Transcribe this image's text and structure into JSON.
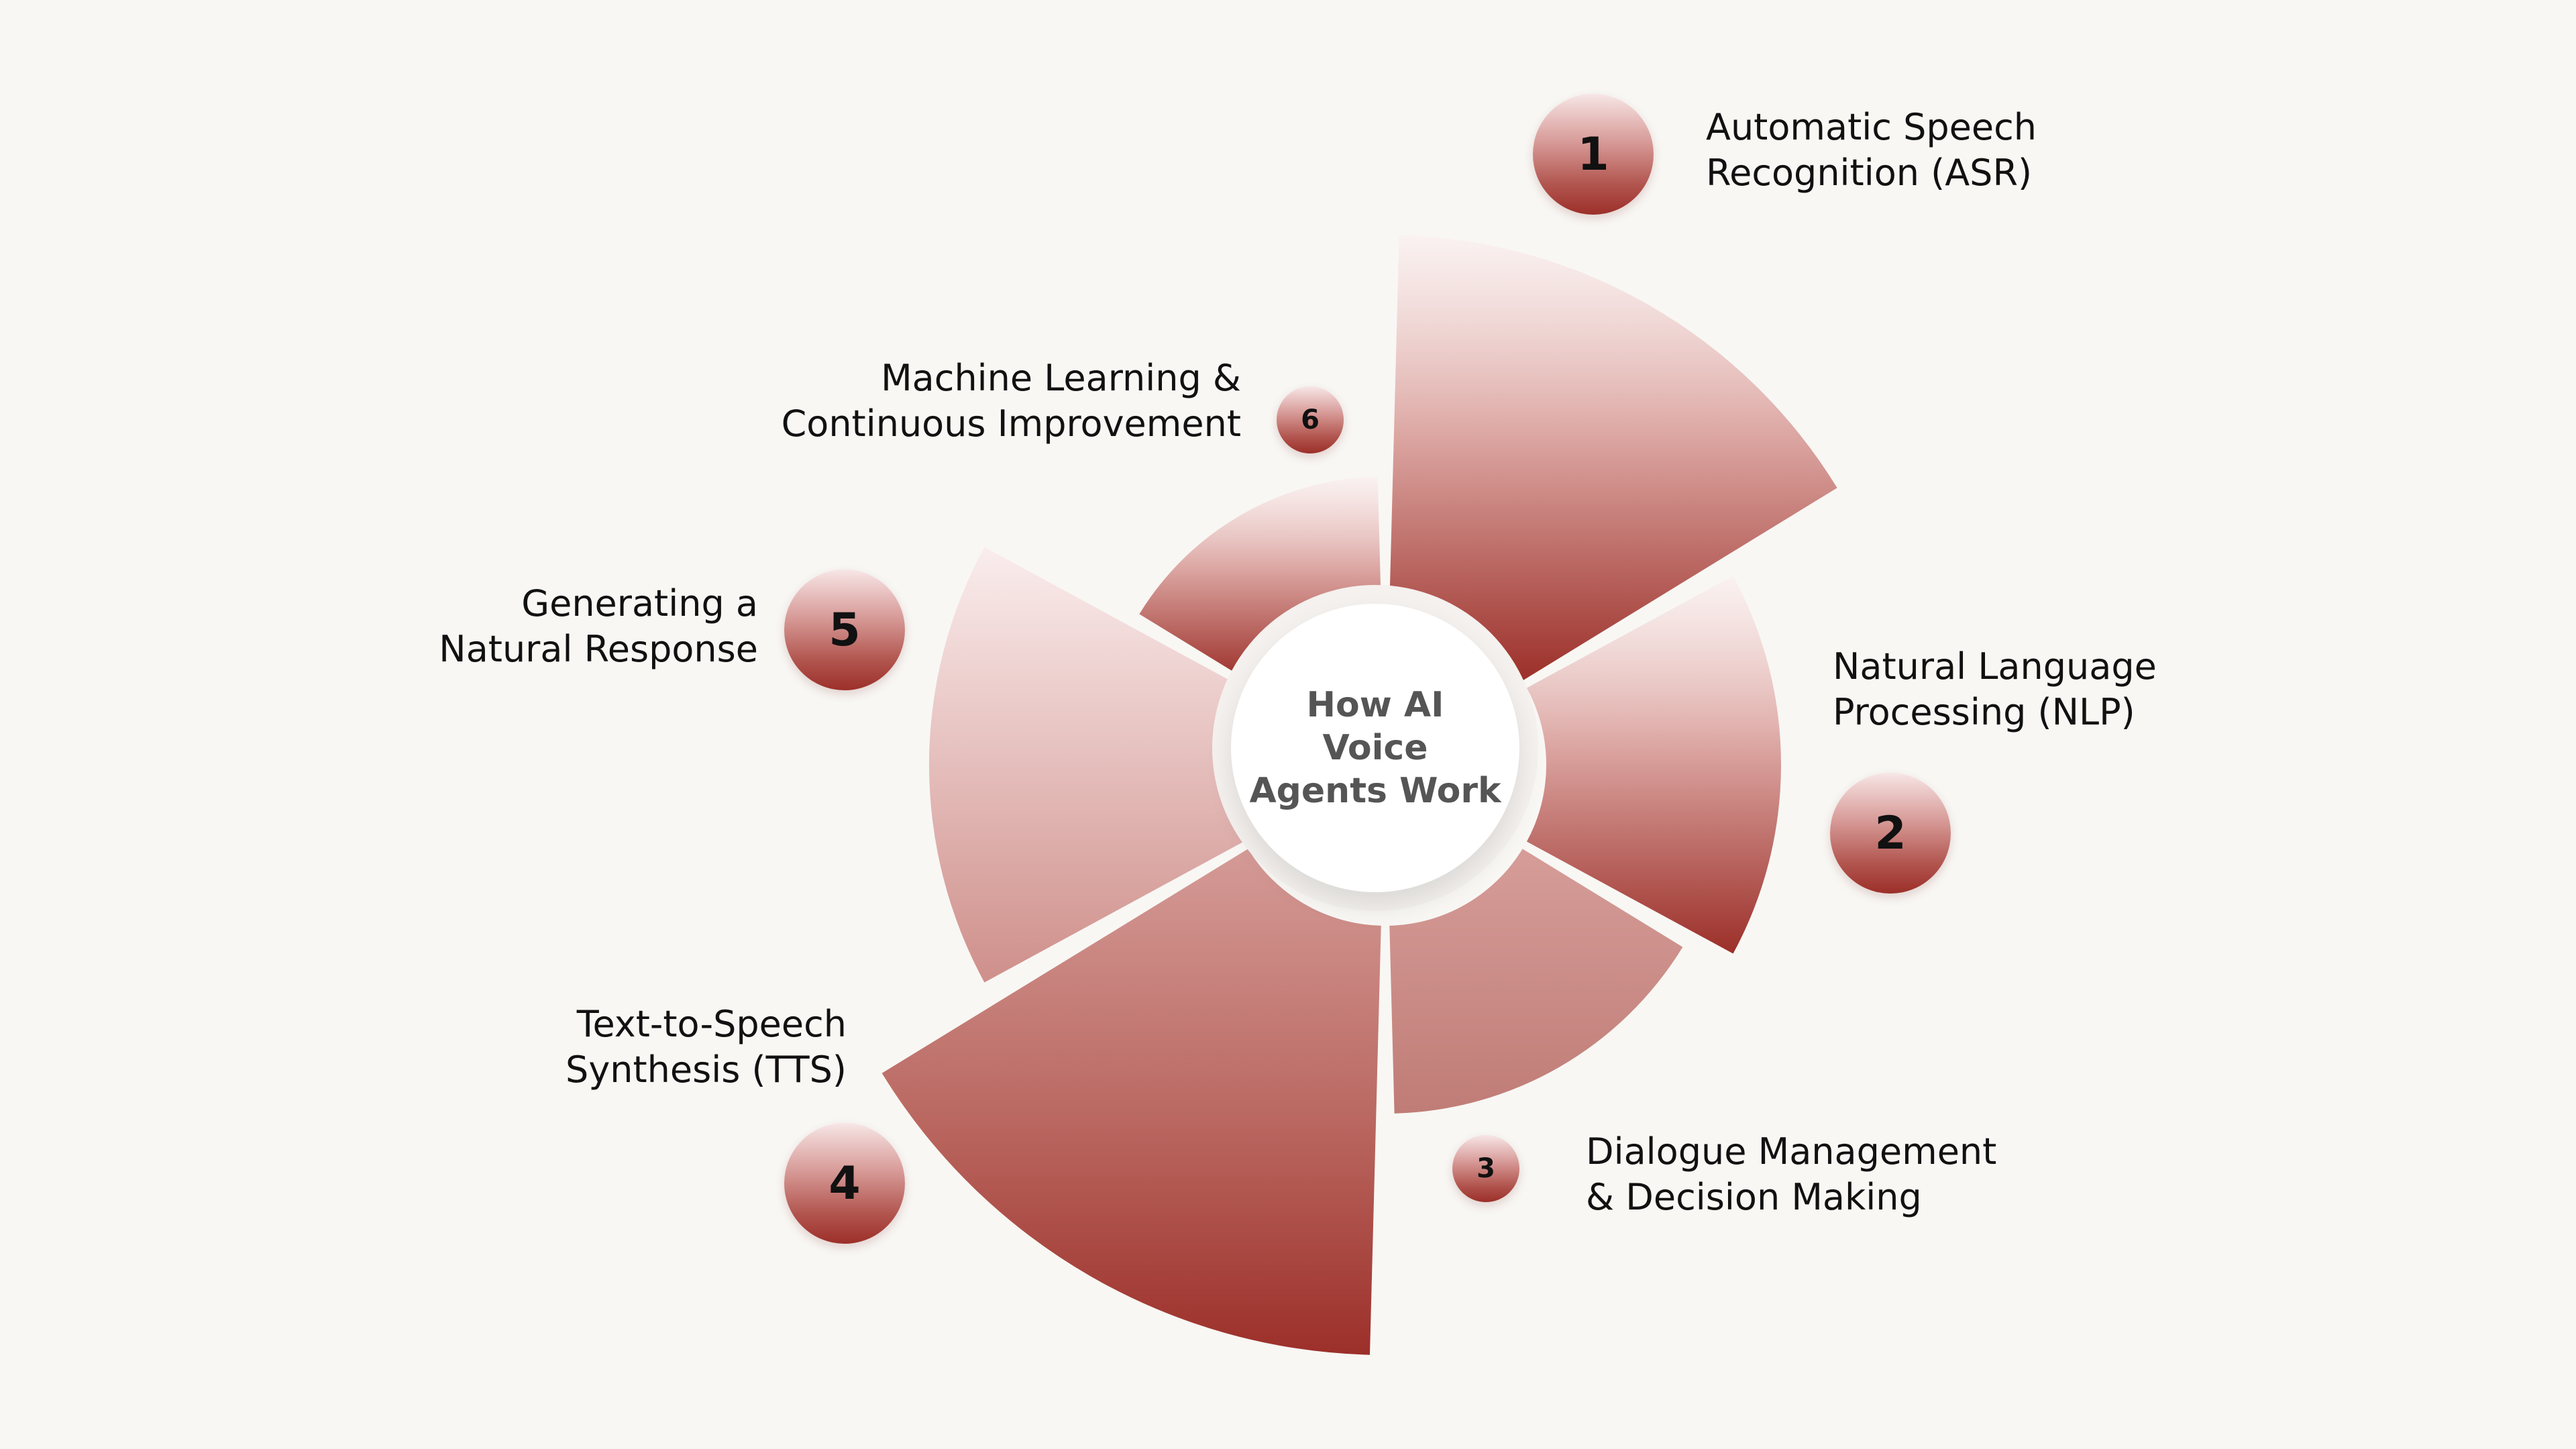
{
  "center": {
    "title": "How AI Voice Agents Work"
  },
  "colors": {
    "background": "#f8f7f4",
    "segment_light": "#f7e6e6",
    "segment_dark": "#9c2f29",
    "text": "#111111",
    "center_text": "#555555"
  },
  "steps": [
    {
      "number": "1",
      "line1": "Automatic Speech",
      "line2": "Recognition (ASR)"
    },
    {
      "number": "2",
      "line1": "Natural Language",
      "line2": "Processing (NLP)"
    },
    {
      "number": "3",
      "line1": "Dialogue Management",
      "line2": "& Decision Making"
    },
    {
      "number": "4",
      "line1": "Text-to-Speech",
      "line2": "Synthesis (TTS)"
    },
    {
      "number": "5",
      "line1": "Generating a",
      "line2": "Natural Response"
    },
    {
      "number": "6",
      "line1": "Machine Learning &",
      "line2": "Continuous Improvement"
    }
  ]
}
